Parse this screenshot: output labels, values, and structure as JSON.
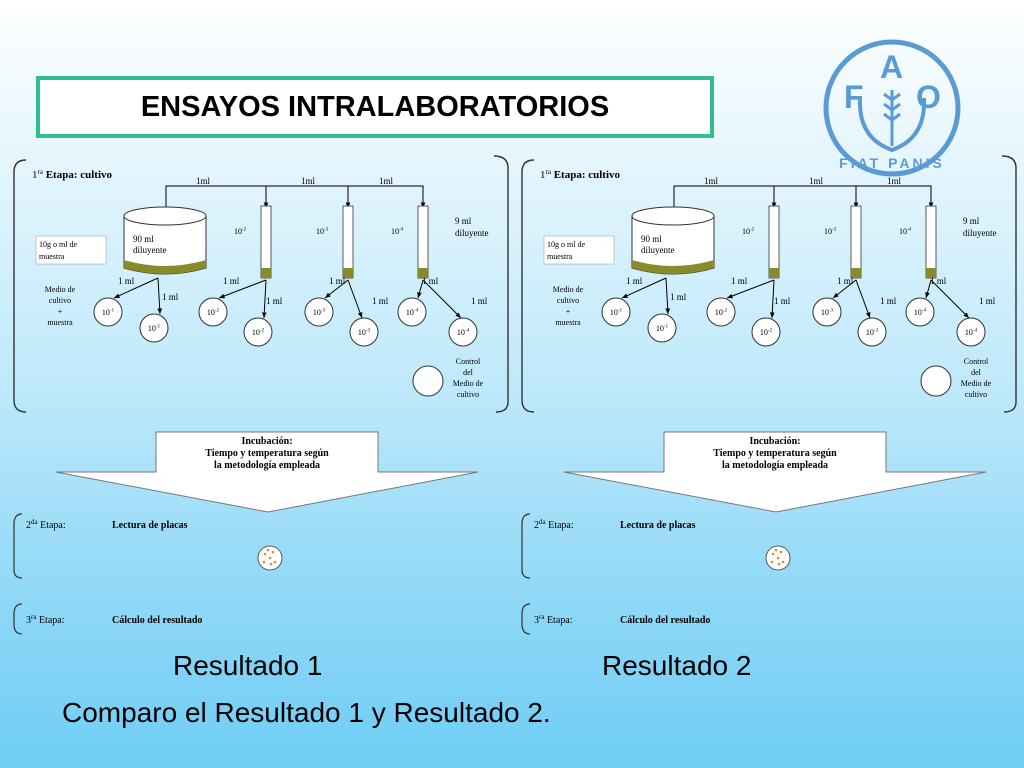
{
  "title": "ENSAYOS INTRALABORATORIOS",
  "logo": {
    "letters": [
      "F",
      "A",
      "O"
    ],
    "motto": "FIAT PANIS",
    "color": "#5b9bd5"
  },
  "diagram": {
    "stage1_num": "1",
    "stage1_sup": "ra",
    "stage1_label": "Etapa: cultivo",
    "transfer": "1ml",
    "sample": "10g o ml de muestra",
    "diluent_big": "90 ml diluyente",
    "diluent_small": "9 ml diluyente",
    "plate_transfer": "1 ml",
    "medium": [
      "Medio de",
      "cultivo",
      "+",
      "muestra"
    ],
    "control": [
      "Control",
      "del",
      "Medio de",
      "cultivo"
    ],
    "dil_base": "10",
    "exps": [
      "-1",
      "-2",
      "-3",
      "-4"
    ],
    "incubation": [
      "Incubación:",
      "Tiempo y temperatura según",
      "la metodología empleada"
    ],
    "stage2_num": "2",
    "stage2_sup": "da",
    "stage2_label": "Etapa:",
    "stage2_text": "Lectura de placas",
    "stage3_num": "3",
    "stage3_sup": "ra",
    "stage3_label": "Etapa:",
    "stage3_text": "Cálculo del resultado"
  },
  "results": {
    "r1": "Resultado 1",
    "r2": "Resultado 2",
    "compare": "Comparo el Resultado 1 y Resultado 2."
  }
}
